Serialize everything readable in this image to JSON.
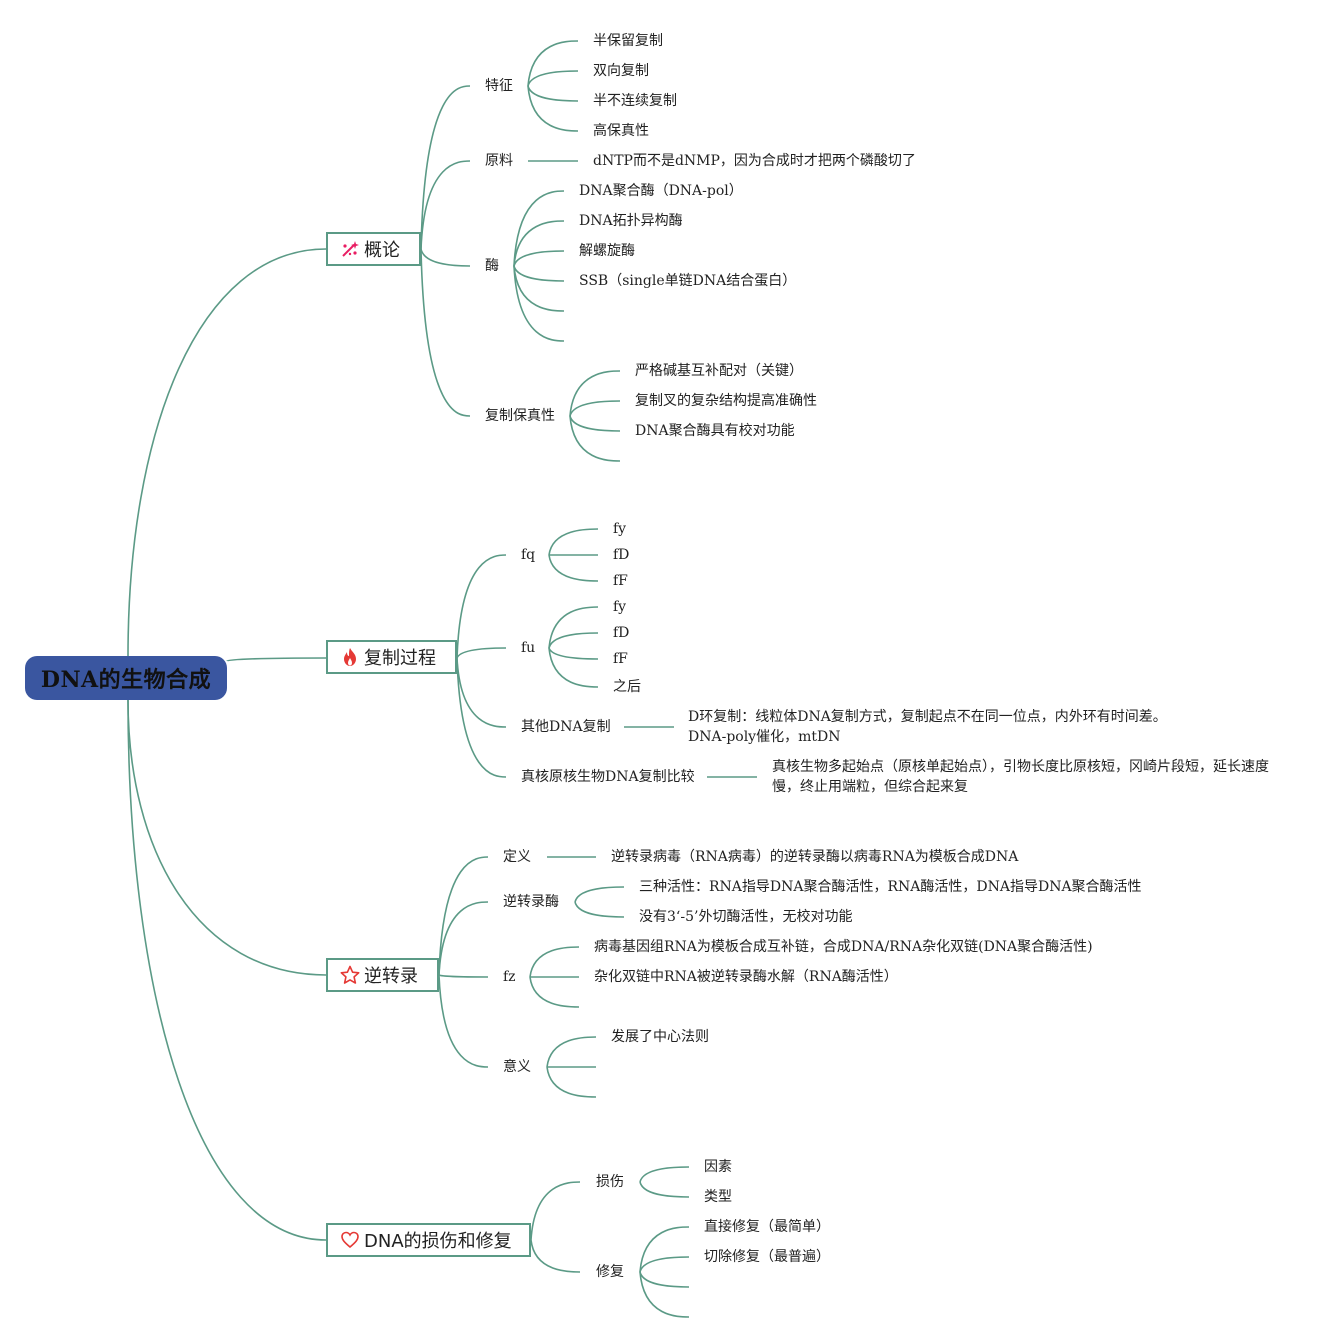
{
  "root": "DNA的生物合成",
  "branches": {
    "concept": {
      "label": "概论",
      "icon": "sparkle-icon",
      "features": {
        "label": "特征",
        "items": [
          "半保留复制",
          "双向复制",
          "半不连续复制",
          "高保真性"
        ]
      },
      "material": {
        "label": "原料",
        "item": "dNTP而不是dNMP，因为合成时才把两个磷酸切了"
      },
      "enzyme": {
        "label": "酶",
        "items": [
          "DNA聚合酶（DNA-pol）",
          "DNA拓扑异构酶",
          "解螺旋酶",
          "SSB（single单链DNA结合蛋白）"
        ]
      },
      "fidelity": {
        "label": "复制保真性",
        "items": [
          "严格碱基互补配对（关键）",
          "复制叉的复杂结构提高准确性",
          "DNA聚合酶具有校对功能"
        ]
      }
    },
    "process": {
      "label": "复制过程",
      "icon": "fire-icon",
      "fq": {
        "label": "fq",
        "items": [
          "fy",
          "fD",
          "fF"
        ]
      },
      "fu": {
        "label": "fu",
        "items": [
          "fy",
          "fD",
          "fF",
          "之后"
        ]
      },
      "other": {
        "label": "其他DNA复制",
        "item": "D环复制：线粒体DNA复制方式，复制起点不在同一位点，内外环有时间差。DNA-poly催化，mtDN"
      },
      "compare": {
        "label": "真核原核生物DNA复制比较",
        "item": "真核生物多起始点（原核单起始点），引物长度比原核短，冈崎片段短，延长速度慢，终止用端粒，但综合起来复"
      }
    },
    "reverse": {
      "label": "逆转录",
      "icon": "star-icon",
      "definition": {
        "label": "定义",
        "item": "逆转录病毒（RNA病毒）的逆转录酶以病毒RNA为模板合成DNA"
      },
      "rt": {
        "label": "逆转录酶",
        "items": [
          "三种活性：RNA指导DNA聚合酶活性，RNA酶活性，DNA指导DNA聚合酶活性",
          "没有3‘-5’外切酶活性，无校对功能"
        ]
      },
      "fz": {
        "label": "fz",
        "items": [
          "病毒基因组RNA为模板合成互补链，合成DNA/RNA杂化双链(DNA聚合酶活性)",
          "杂化双链中RNA被逆转录酶水解（RNA酶活性）"
        ]
      },
      "meaning": {
        "label": "意义",
        "items": [
          "发展了中心法则"
        ]
      }
    },
    "damage": {
      "label": "DNA的损伤和修复",
      "icon": "heart-icon",
      "injury": {
        "label": "损伤",
        "items": [
          "因素",
          "类型"
        ]
      },
      "repair": {
        "label": "修复",
        "items": [
          "直接修复（最简单）",
          "切除修复（最普遍）"
        ]
      }
    }
  },
  "colors": {
    "line": "#5b9a86",
    "root_bg": "#3a56a0",
    "icon_red": "#e53935",
    "icon_pink": "#e91e63"
  }
}
